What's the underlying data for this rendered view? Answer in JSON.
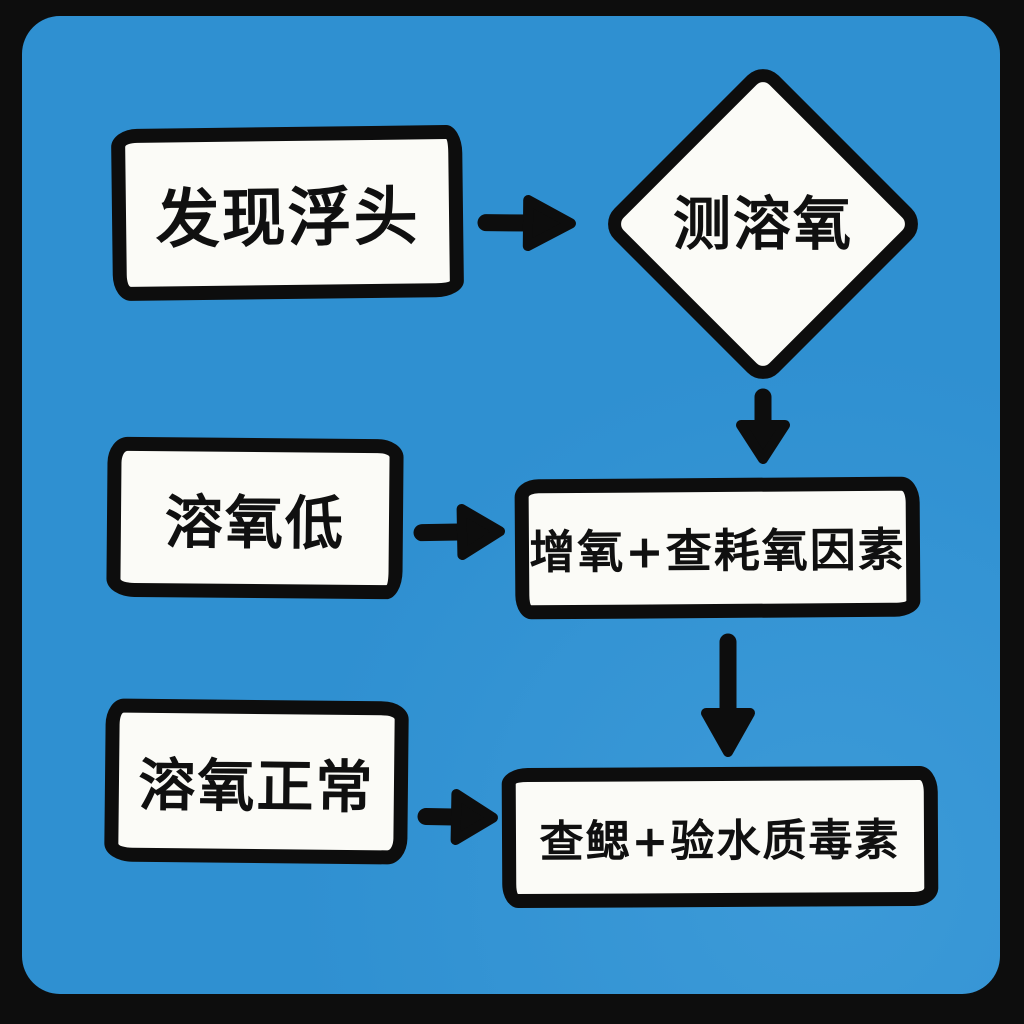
{
  "canvas": {
    "background_color": "#2f90d1",
    "frame_color": "#0d0d0d",
    "node_fill_color": "#fbfbf7",
    "text_color": "#101010",
    "style": "hand-drawn flowchart on blue panel with thick black outer frame"
  },
  "nodes": {
    "start": {
      "label": "发现浮头",
      "shape": "rectangle"
    },
    "decision": {
      "label": "测溶氧",
      "shape": "diamond"
    },
    "low": {
      "label": "溶氧低",
      "shape": "rectangle"
    },
    "low_action": {
      "label": "增氧+查耗氧因素",
      "shape": "rectangle"
    },
    "normal": {
      "label": "溶氧正常",
      "shape": "rectangle"
    },
    "normal_action": {
      "label": "查鳃+验水质毒素",
      "shape": "rectangle"
    }
  },
  "edges": [
    {
      "from": "start",
      "to": "decision",
      "direction": "right"
    },
    {
      "from": "decision",
      "to": "low_action",
      "direction": "down"
    },
    {
      "from": "low",
      "to": "low_action",
      "direction": "right"
    },
    {
      "from": "low_action",
      "to": "normal_action",
      "direction": "down"
    },
    {
      "from": "normal",
      "to": "normal_action",
      "direction": "right"
    }
  ]
}
